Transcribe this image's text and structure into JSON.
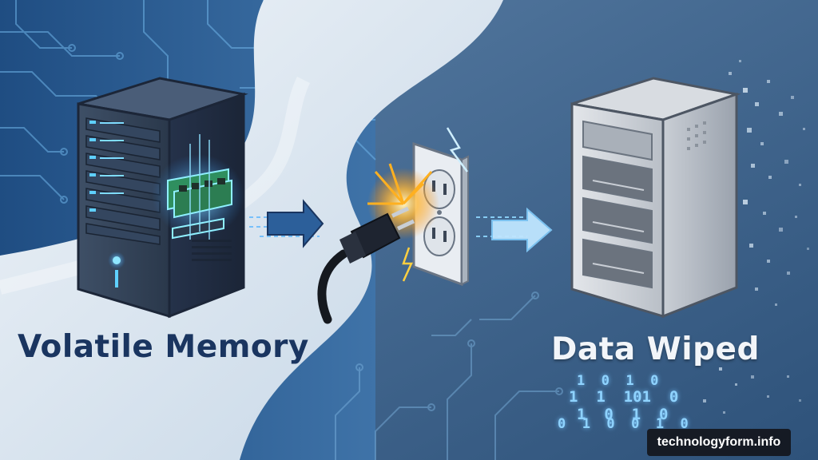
{
  "labels": {
    "left": "Volatile Memory",
    "right": "Data Wiped"
  },
  "binary": {
    "row1": "1  0  1  0",
    "row2": "1  1  101  0",
    "row3": "1  0  1  0",
    "row4": "0  1  0  0  1  0"
  },
  "watermark": "technologyform.info",
  "colors": {
    "left_background": "#dbe6f0",
    "right_background": "#355a82",
    "circuit": "#5fa9de",
    "server_dark": "#2f3d52",
    "led_blue": "#5fd0ff",
    "spark": "#ffb020",
    "label_dark": "#1a3560",
    "label_light": "#f2f5f9"
  }
}
